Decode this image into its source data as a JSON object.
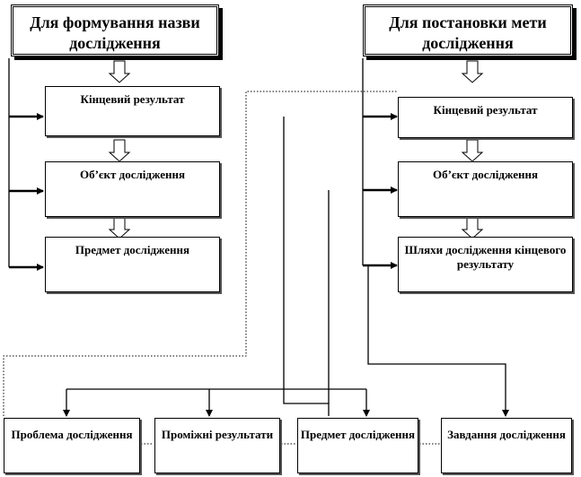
{
  "left_column": {
    "title": "Для формування назви дослідження",
    "items": [
      "Кінцевий результат",
      "Об’єкт дослідження",
      "Предмет дослідження"
    ]
  },
  "right_column": {
    "title": "Для постановки мети дослідження",
    "items": [
      "Кінцевий результат",
      "Об’єкт дослідження",
      "Шляхи дослідження кінцевого результату"
    ]
  },
  "bottom_row": [
    "Проблема дослідження",
    "Проміжні результати",
    "Предмет дослідження",
    "Завдання дослідження"
  ]
}
